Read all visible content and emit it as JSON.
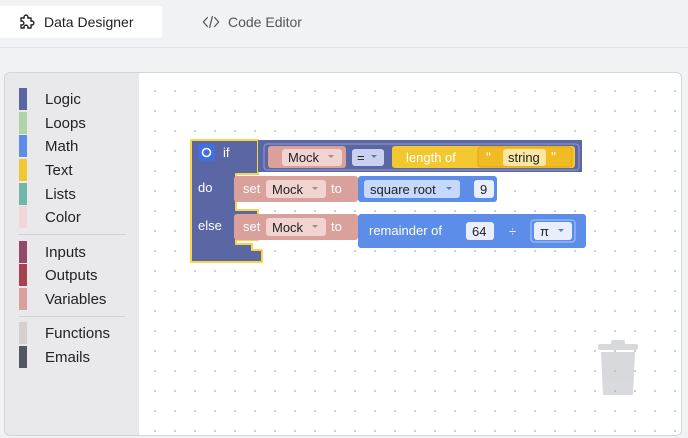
{
  "tabs": [
    {
      "label": "Data Designer",
      "icon": "puzzle-icon",
      "active": true
    },
    {
      "label": "Code Editor",
      "icon": "code-icon",
      "active": false
    }
  ],
  "toolbox": {
    "groups": [
      [
        {
          "label": "Logic",
          "color": "#5b67a5"
        },
        {
          "label": "Loops",
          "color": "#aed4a4"
        },
        {
          "label": "Math",
          "color": "#5c8de8"
        },
        {
          "label": "Text",
          "color": "#f2c72f"
        },
        {
          "label": "Lists",
          "color": "#6fb8a8"
        },
        {
          "label": "Color",
          "color": "#f3d6da"
        }
      ],
      [
        {
          "label": "Inputs",
          "color": "#914a6b"
        },
        {
          "label": "Outputs",
          "color": "#a6414f"
        },
        {
          "label": "Variables",
          "color": "#d9a09c"
        }
      ],
      [
        {
          "label": "Functions",
          "color": "#d4d0cf"
        },
        {
          "label": "Emails",
          "color": "#4f5761"
        }
      ]
    ]
  },
  "blocks": {
    "if_label": "if",
    "do_label": "do",
    "else_label": "else",
    "cond_var": "Mock",
    "operator": "=",
    "length_of_label": "length of",
    "open_quote": "“",
    "close_quote": "”",
    "string_value": "string",
    "set1_label": "set",
    "set1_var": "Mock",
    "set1_to": "to",
    "math_fn": "square root",
    "math_arg": "9",
    "set2_label": "set",
    "set2_var": "Mock",
    "set2_to": "to",
    "remainder_label": "remainder of",
    "dividend": "64",
    "divide_sign": "÷",
    "divisor": "π"
  },
  "colors": {
    "logic": "#5b67a5",
    "math": "#5c8de8",
    "text": "#f2c72f",
    "variables": "#d9a09c",
    "selected_outline": "#f7d64a"
  }
}
